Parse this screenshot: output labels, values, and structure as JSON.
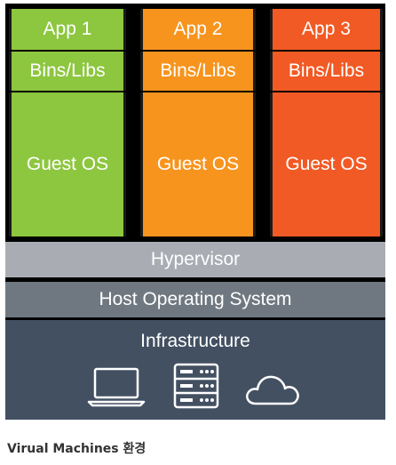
{
  "vms": [
    {
      "app": "App 1",
      "bins": "Bins/Libs",
      "os": "Guest OS",
      "color": "#8dc63f"
    },
    {
      "app": "App 2",
      "bins": "Bins/Libs",
      "os": "Guest OS",
      "color": "#f7941e"
    },
    {
      "app": "App 3",
      "bins": "Bins/Libs",
      "os": "Guest OS",
      "color": "#f15a24"
    }
  ],
  "layers": {
    "hypervisor": "Hypervisor",
    "host": "Host Operating System",
    "infrastructure": "Infrastructure"
  },
  "icons": [
    "laptop-icon",
    "server-icon",
    "cloud-icon"
  ],
  "caption": "Virual Machines 환경"
}
